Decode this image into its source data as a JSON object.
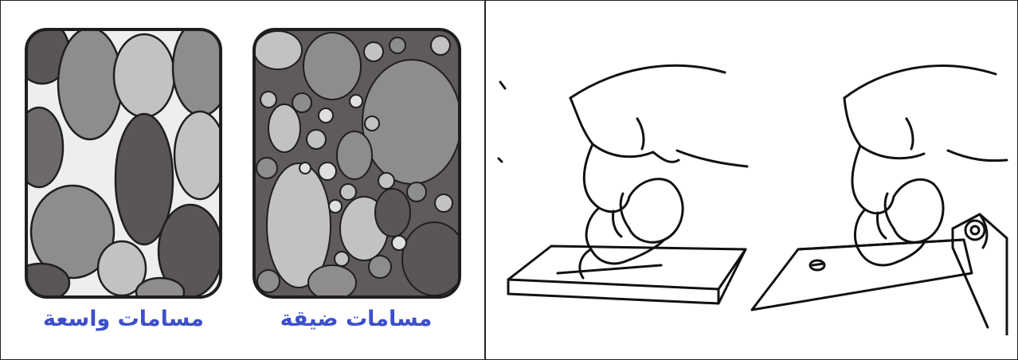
{
  "captions": {
    "wide_pores": "مسامات واسعة",
    "narrow_pores": "مسامات ضيقة"
  },
  "colors": {
    "caption_text": "#3d4fc9",
    "stone_dark": "#5a5656",
    "stone_mid": "#8f8c8c",
    "stone_light": "#c3c1c1",
    "outline": "#1e1e1e"
  },
  "icons": {
    "wide_pores": "coarse-stone-grain-diagram",
    "narrow_pores": "fine-stone-grain-diagram",
    "sharpening_flat": "hand-sharpening-blade-on-flat-stone",
    "sharpening_angled": "hand-sharpening-blade-against-stone-guide"
  }
}
